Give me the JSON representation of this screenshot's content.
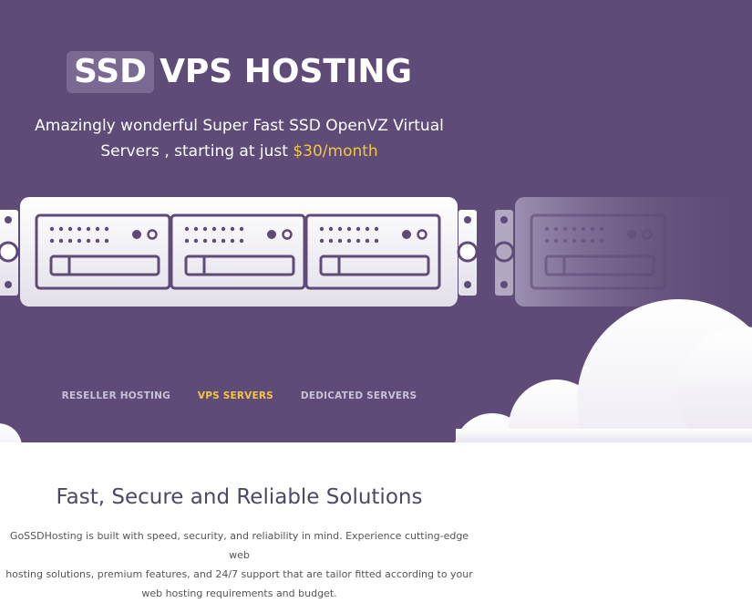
{
  "hero": {
    "badge": "SSD",
    "title": "VPS HOSTING",
    "subtitle_line1": "Amazingly wonderful Super Fast SSD OpenVZ Virtual",
    "subtitle_line2_prefix": "Servers , starting at just ",
    "price": "$30/month"
  },
  "menu": {
    "items": [
      {
        "label": "RESELLER HOSTING",
        "active": false
      },
      {
        "label": "VPS SERVERS",
        "active": true
      },
      {
        "label": "DEDICATED SERVERS",
        "active": false
      }
    ]
  },
  "section": {
    "title": "Fast, Secure and Reliable Solutions",
    "line1": "GoSSDHosting is built with speed, security, and reliability in mind. Experience cutting-edge web",
    "line2": "hosting solutions, premium features, and 24/7 support that are tailor fitted according to your",
    "line3": "web hosting requirements and budget."
  },
  "colors": {
    "hero_bg": "#5e4b78",
    "accent": "#f4c542",
    "menu_text": "#c9c1d6"
  }
}
